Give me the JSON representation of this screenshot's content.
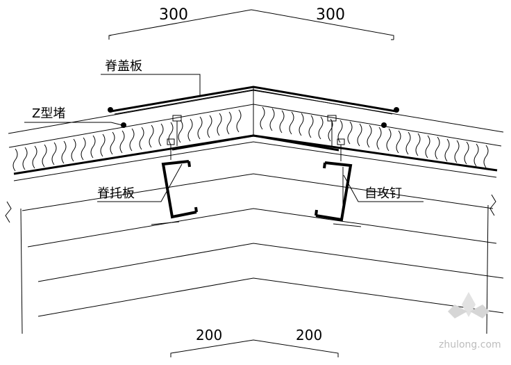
{
  "dimensions": {
    "top_left": "300",
    "top_right": "300",
    "bottom_left": "200",
    "bottom_right": "200"
  },
  "labels": {
    "ridge_cover": "脊盖板",
    "z_plug": "Z型堵",
    "ridge_support": "脊托板",
    "screw": "自攻钉"
  },
  "watermark": {
    "text": "zhulong.com"
  },
  "colors": {
    "line": "#000000",
    "background": "#ffffff",
    "watermark": "#bdbdbd"
  }
}
